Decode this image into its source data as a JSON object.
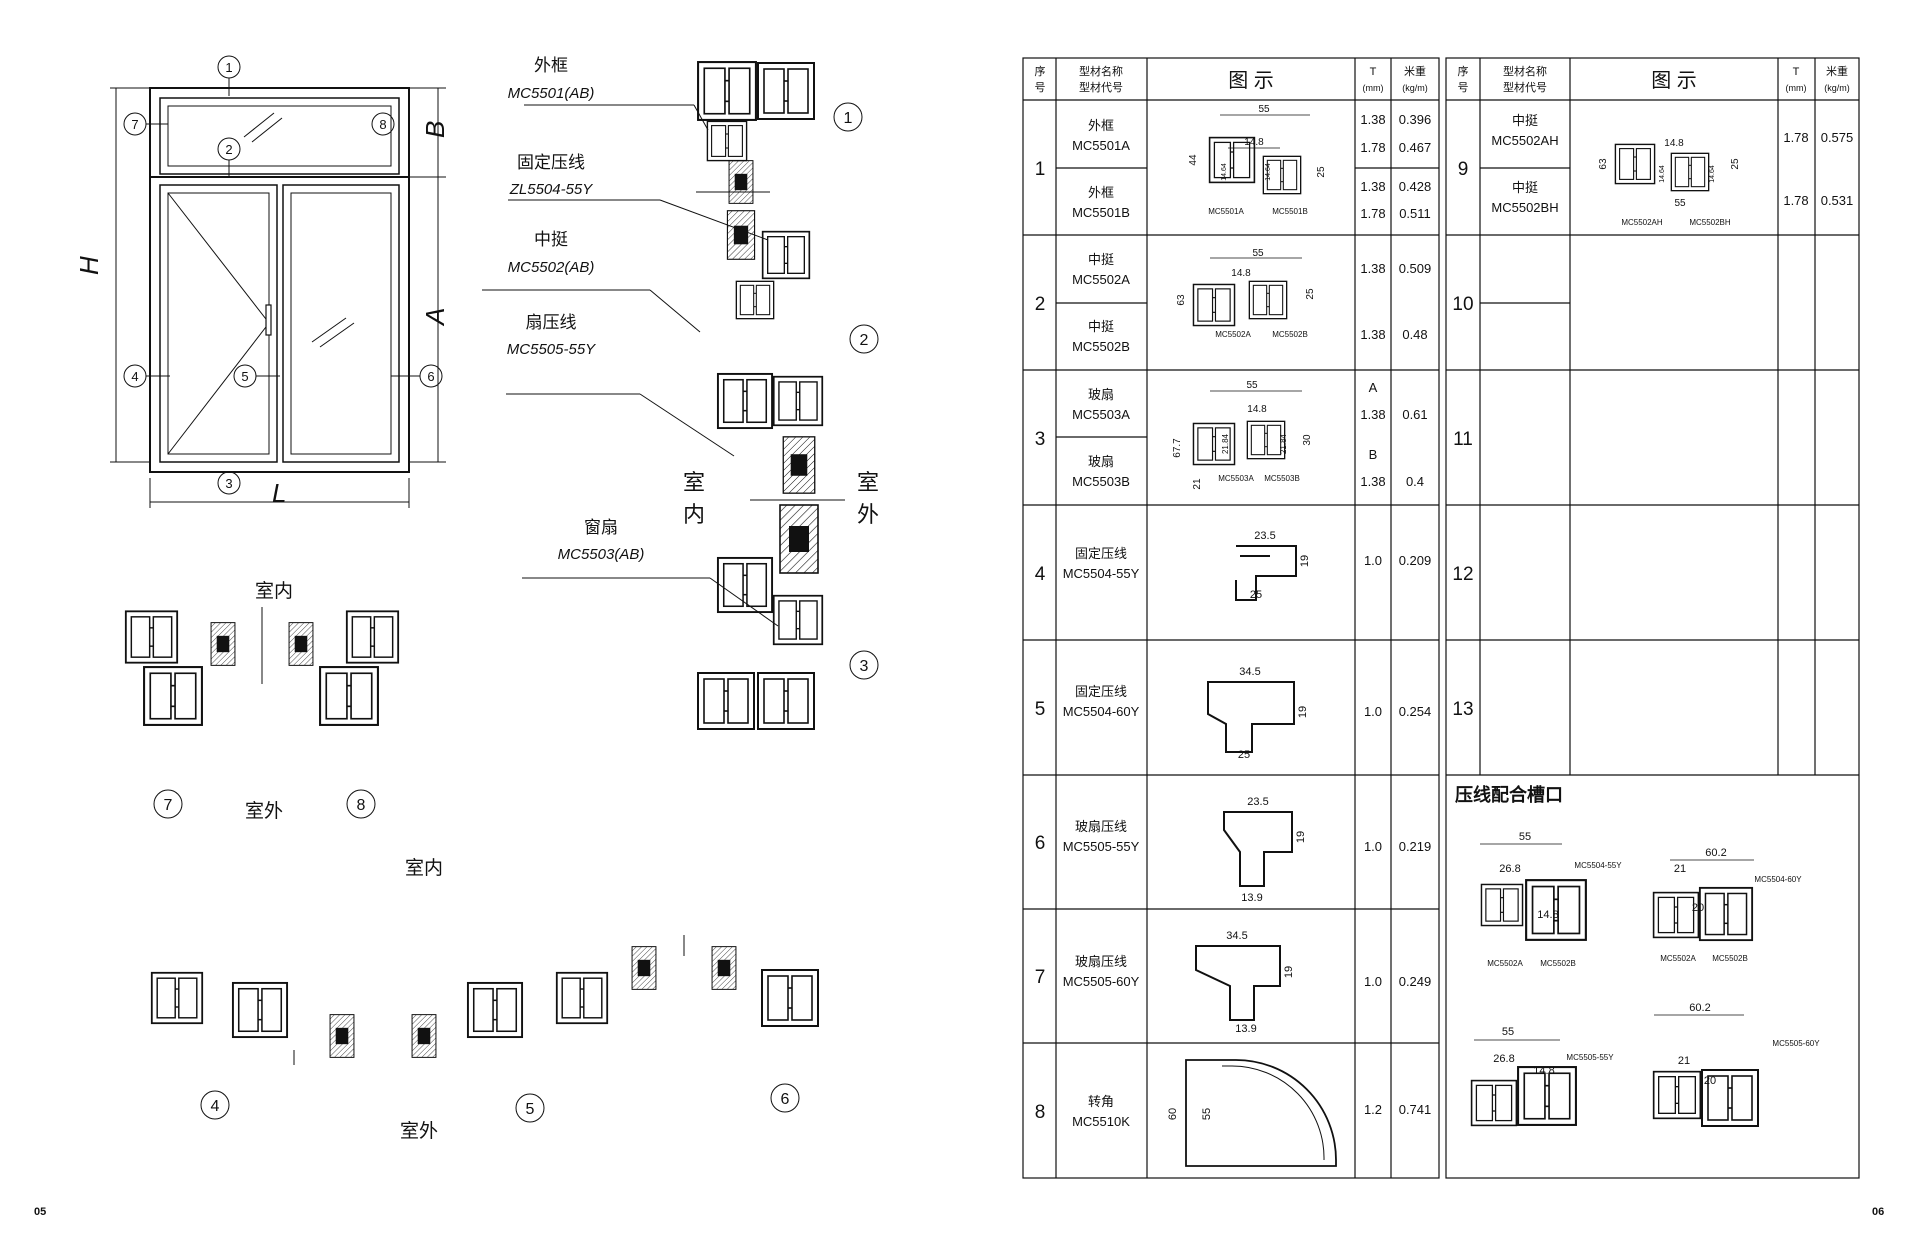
{
  "left_page": {
    "page_number": "05",
    "elevation": {
      "dims": {
        "H": "H",
        "L": "L",
        "A": "A",
        "B": "B"
      },
      "callouts": [
        "1",
        "2",
        "3",
        "4",
        "5",
        "6",
        "7",
        "8"
      ]
    },
    "section_labels": [
      {
        "name": "外框",
        "code": "MC5501(AB)"
      },
      {
        "name": "固定压线",
        "code": "ZL5504-55Y"
      },
      {
        "name": "中挺",
        "code": "MC5502(AB)"
      },
      {
        "name": "扇压线",
        "code": "MC5505-55Y"
      },
      {
        "name": "窗扇",
        "code": "MC5503(AB)"
      }
    ],
    "vertical_labels": {
      "inside_1": "室",
      "inside_2": "内",
      "outside_1": "室",
      "outside_2": "外"
    },
    "detail_top": {
      "inside": "室内",
      "outside": "室外",
      "callout_left": "7",
      "callout_right": "8"
    },
    "detail_bottom": {
      "inside": "室内",
      "outside": "室外",
      "callouts": [
        "4",
        "5",
        "6"
      ]
    },
    "vertical_callouts": [
      "1",
      "2",
      "3"
    ]
  },
  "right_page": {
    "page_number": "06",
    "headers": {
      "seq": [
        "序",
        "号"
      ],
      "name": [
        "型材名称",
        "型材代号"
      ],
      "figure": "图  示",
      "thickness": [
        "T",
        "(mm)"
      ],
      "weight": [
        "米重",
        "(kg/m)"
      ]
    },
    "rows_left": [
      {
        "seq": "1",
        "items": [
          {
            "name": "外框",
            "code": "MC5501A",
            "t": [
              "1.38",
              "1.78"
            ],
            "w": [
              "0.396",
              "0.467"
            ]
          },
          {
            "name": "外框",
            "code": "MC5501B",
            "t": [
              "1.38",
              "1.78"
            ],
            "w": [
              "0.428",
              "0.511"
            ]
          }
        ],
        "fig": {
          "dims": [
            "55",
            "44",
            "14.8",
            "25",
            "14.64",
            "14.64"
          ],
          "labels": [
            "MC5501A",
            "MC5501B"
          ]
        }
      },
      {
        "seq": "2",
        "items": [
          {
            "name": "中挺",
            "code": "MC5502A",
            "t": [
              "1.38"
            ],
            "w": [
              "0.509"
            ]
          },
          {
            "name": "中挺",
            "code": "MC5502B",
            "t": [
              "1.38"
            ],
            "w": [
              "0.48"
            ]
          }
        ],
        "fig": {
          "dims": [
            "55",
            "63",
            "14.8",
            "25"
          ],
          "labels": [
            "MC5502A",
            "MC5502B"
          ]
        }
      },
      {
        "seq": "3",
        "items": [
          {
            "name": "玻扇",
            "code": "MC5503A",
            "t": [
              "A",
              "1.38"
            ],
            "w": [
              "",
              "0.61"
            ]
          },
          {
            "name": "玻扇",
            "code": "MC5503B",
            "t": [
              "B",
              "1.38"
            ],
            "w": [
              "",
              "0.4"
            ]
          }
        ],
        "fig": {
          "dims": [
            "55",
            "67.7",
            "14.8",
            "21.84",
            "21.84",
            "30",
            "21"
          ],
          "labels": [
            "MC5503A",
            "MC5503B"
          ]
        }
      },
      {
        "seq": "4",
        "items": [
          {
            "name": "固定压线",
            "code": "MC5504-55Y",
            "t": [
              "1.0"
            ],
            "w": [
              "0.209"
            ]
          }
        ],
        "fig": {
          "dims": [
            "23.5",
            "19",
            "25"
          ]
        }
      },
      {
        "seq": "5",
        "items": [
          {
            "name": "固定压线",
            "code": "MC5504-60Y",
            "t": [
              "1.0"
            ],
            "w": [
              "0.254"
            ]
          }
        ],
        "fig": {
          "dims": [
            "34.5",
            "19",
            "25"
          ]
        }
      },
      {
        "seq": "6",
        "items": [
          {
            "name": "玻扇压线",
            "code": "MC5505-55Y",
            "t": [
              "1.0"
            ],
            "w": [
              "0.219"
            ]
          }
        ],
        "fig": {
          "dims": [
            "23.5",
            "19",
            "13.9"
          ]
        }
      },
      {
        "seq": "7",
        "items": [
          {
            "name": "玻扇压线",
            "code": "MC5505-60Y",
            "t": [
              "1.0"
            ],
            "w": [
              "0.249"
            ]
          }
        ],
        "fig": {
          "dims": [
            "34.5",
            "19",
            "13.9"
          ]
        }
      },
      {
        "seq": "8",
        "items": [
          {
            "name": "转角",
            "code": "MC5510K",
            "t": [
              "1.2"
            ],
            "w": [
              "0.741"
            ]
          }
        ],
        "fig": {
          "dims": [
            "60",
            "55"
          ]
        }
      }
    ],
    "rows_right": [
      {
        "seq": "9",
        "items": [
          {
            "name": "中挺",
            "code": "MC5502AH",
            "t": [
              "1.78"
            ],
            "w": [
              "0.575"
            ]
          },
          {
            "name": "中挺",
            "code": "MC5502BH",
            "t": [
              "1.78"
            ],
            "w": [
              "0.531"
            ]
          }
        ],
        "fig": {
          "dims": [
            "63",
            "14.8",
            "25",
            "55",
            "14.64",
            "14.64"
          ],
          "labels": [
            "MC5502AH",
            "MC5502BH"
          ]
        }
      },
      {
        "seq": "10"
      },
      {
        "seq": "11"
      },
      {
        "seq": "12"
      },
      {
        "seq": "13"
      }
    ],
    "mating": {
      "title": "压线配合槽口",
      "d1": {
        "dims": [
          "55",
          "26.8",
          "14.8"
        ],
        "labels": [
          "MC5504-55Y",
          "MC5502A",
          "MC5502B"
        ]
      },
      "d2": {
        "dims": [
          "60.2",
          "21",
          "20"
        ],
        "labels": [
          "MC5504-60Y",
          "MC5502A",
          "MC5502B"
        ]
      },
      "d3": {
        "dims": [
          "55",
          "26.8",
          "14.8"
        ],
        "labels": [
          "MC5505-55Y"
        ]
      },
      "d4": {
        "dims": [
          "60.2",
          "21",
          "20"
        ],
        "labels": [
          "MC5505-60Y"
        ]
      }
    }
  }
}
